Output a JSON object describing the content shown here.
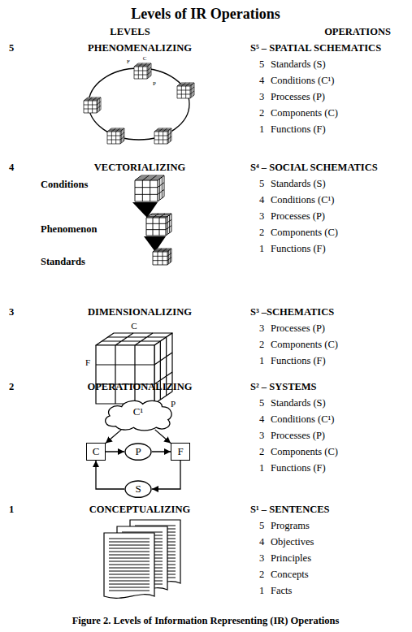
{
  "diagram": {
    "title": "Levels of IR Operations",
    "caption": "Figure 2. Levels of Information Representing (IR) Operations",
    "nodes": [
      {
        "text": [
          "C¹"
        ]
      },
      {
        "text": [
          "C"
        ]
      },
      {
        "text": [
          "P"
        ]
      },
      {
        "text": [
          "F"
        ]
      },
      {
        "text": [
          "S"
        ]
      }
    ],
    "edges": [
      {
        "from": 0,
        "to": 1,
        "arrow": "to"
      },
      {
        "from": 0,
        "to": 3,
        "arrow": "to"
      },
      {
        "from": 1,
        "to": 2,
        "arrow": "to"
      },
      {
        "from": 2,
        "to": 3,
        "arrow": "to"
      },
      {
        "from": 3,
        "to": 4,
        "arrow": "to"
      },
      {
        "from": 4,
        "to": 1,
        "arrow": "to"
      }
    ],
    "labels": [
      "LEVELS",
      "OPERATIONS",
      "5",
      "PHENOMENALIZING",
      "S⁵ – SPATIAL SCHEMATICS",
      "5",
      "Standards (S)",
      "4",
      "Conditions (C¹)",
      "3",
      "Processes (P)",
      "2",
      "Components (C)",
      "1",
      "Functions (F)",
      "C",
      "F",
      "P",
      "4",
      "VECTORIALIZING",
      "S⁴ – SOCIAL SCHEMATICS",
      "5",
      "Standards (S)",
      "4",
      "Conditions (C¹)",
      "3",
      "Processes (P)",
      "2",
      "Components (C)",
      "1",
      "Functions (F)",
      "Conditions",
      "Phenomenon",
      "Standards",
      "3",
      "DIMENSIONALIZING",
      "S³ –SCHEMATICS",
      "3",
      "Processes (P)",
      "2",
      "Components (C)",
      "1",
      "Functions (F)",
      "C",
      "F",
      "P",
      "2",
      "OPERATIONALIZING",
      "S² – SYSTEMS",
      "5",
      "Standards (S)",
      "4",
      "Conditions (C¹)",
      "3",
      "Processes (P)",
      "2",
      "Components (C)",
      "1",
      "Functions (F)",
      "1",
      "CONCEPTUALIZING",
      "S¹ – SENTENCES",
      "5",
      "Programs",
      "4",
      "Objectives",
      "3",
      "Principles",
      "2",
      "Concepts",
      "1",
      "Facts"
    ]
  }
}
